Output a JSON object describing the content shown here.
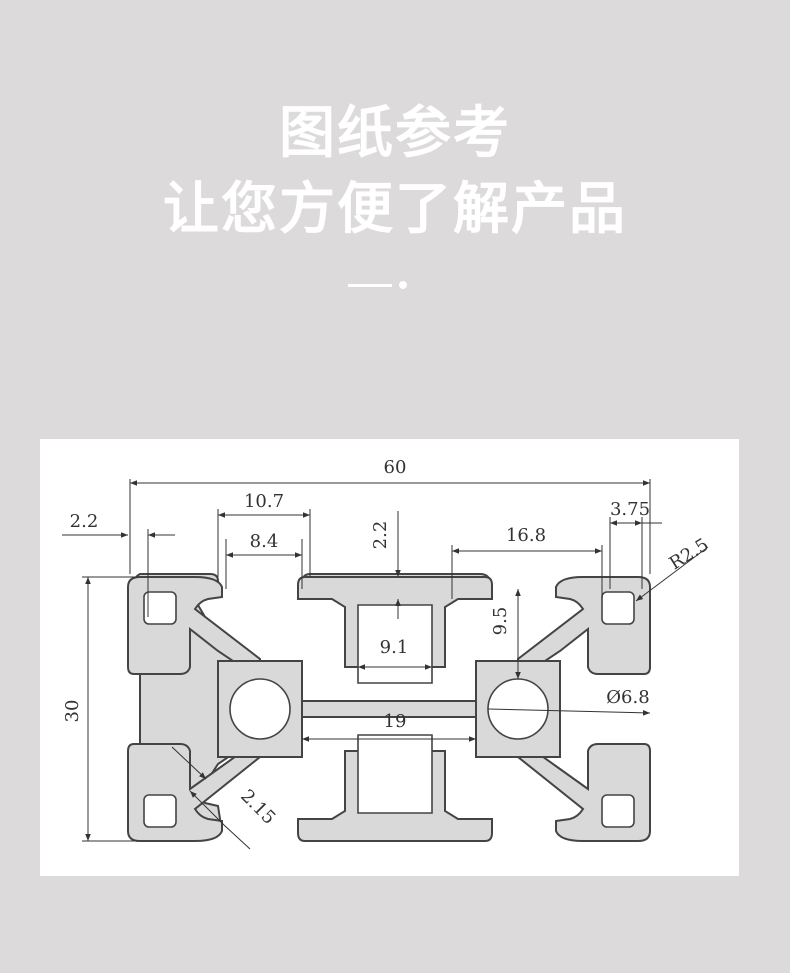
{
  "header": {
    "title_line1": "图纸参考",
    "title_line2": "让您方便了解产品"
  },
  "drawing": {
    "dimensions": {
      "overall_width": "60",
      "overall_height": "30",
      "slot_outer_width": "10.7",
      "slot_opening": "8.4",
      "wall_top_left": "2.2",
      "wall_top_center": "2.2",
      "center_gap": "16.8",
      "slot_depth_corner": "3.75",
      "corner_radius": "R2.5",
      "center_depth": "9.5",
      "center_width": "9.1",
      "core_spacing": "19",
      "bore_diameter": "Ø6.8",
      "web_thickness": "2.15"
    }
  },
  "colors": {
    "background": "#dcdadb",
    "panel": "#ffffff",
    "profile_fill": "#d9d9d9",
    "profile_stroke": "#444444",
    "dimension_line": "#333333"
  }
}
